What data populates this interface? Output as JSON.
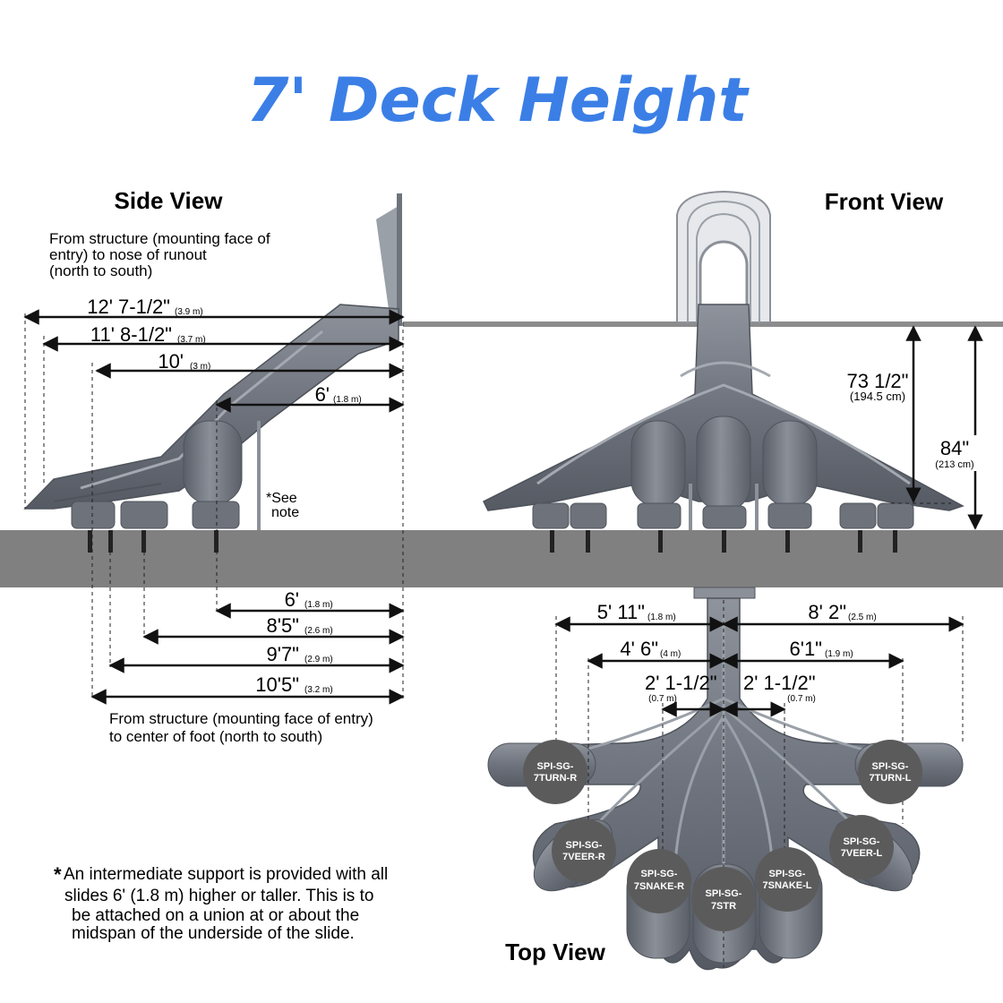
{
  "title": "7' Deck Height",
  "colors": {
    "title": "#3b7fe6",
    "slide": "#767b85",
    "slide_dark": "#5c616b",
    "ground": "#808080",
    "deck": "#8a8a8a",
    "badge": "#5b5b5b",
    "dim": "#111111"
  },
  "side_view": {
    "label": "Side View",
    "top_note": [
      "From structure (mounting face of",
      "entry) to nose of runout",
      "(north to south)"
    ],
    "top_dims": [
      {
        "main": "12' 7-1/2\"",
        "metric": "(3.9 m)"
      },
      {
        "main": "11' 8-1/2\"",
        "metric": "(3.7 m)"
      },
      {
        "main": "10'",
        "metric": "(3 m)"
      },
      {
        "main": "6'",
        "metric": "(1.8 m)"
      }
    ],
    "see_note": [
      "*See",
      "note"
    ],
    "bottom_dims": [
      {
        "main": "6'",
        "metric": "(1.8 m)"
      },
      {
        "main": "8'5\"",
        "metric": "(2.6 m)"
      },
      {
        "main": "9'7\"",
        "metric": "(2.9 m)"
      },
      {
        "main": "10'5\"",
        "metric": "(3.2 m)"
      }
    ],
    "bottom_note": [
      "From structure (mounting face of entry)",
      "to center of foot (north to south)"
    ]
  },
  "front_view": {
    "label": "Front View",
    "dim_inner": {
      "main": "73 1/2\"",
      "metric": "(194.5 cm)"
    },
    "dim_outer": {
      "main": "84\"",
      "metric": "(213 cm)"
    }
  },
  "top_view": {
    "label": "Top View",
    "dims": [
      {
        "main": "5' 11\"",
        "metric": "(1.8 m)"
      },
      {
        "main": "8' 2\"",
        "metric": "(2.5 m)"
      },
      {
        "main": "4' 6\"",
        "metric": "(4 m)"
      },
      {
        "main": "6'1\"",
        "metric": "(1.9 m)"
      },
      {
        "main": "2' 1-1/2\"",
        "metric": "(0.7 m)"
      },
      {
        "main": "2' 1-1/2\"",
        "metric": "(0.7 m)"
      }
    ],
    "badges": [
      [
        "SPI-SG-",
        "7TURN-R"
      ],
      [
        "SPI-SG-",
        "7TURN-L"
      ],
      [
        "SPI-SG-",
        "7VEER-R"
      ],
      [
        "SPI-SG-",
        "7VEER-L"
      ],
      [
        "SPI-SG-",
        "7SNAKE-R"
      ],
      [
        "SPI-SG-",
        "7SNAKE-L"
      ],
      [
        "SPI-SG-",
        "7STR"
      ]
    ]
  },
  "footnote": {
    "marker": "*",
    "lines": [
      "An intermediate support is provided with all",
      "slides 6' (1.8 m) higher or taller. This is to",
      "be attached on a union at or about the",
      "midspan of the underside of the slide."
    ]
  }
}
